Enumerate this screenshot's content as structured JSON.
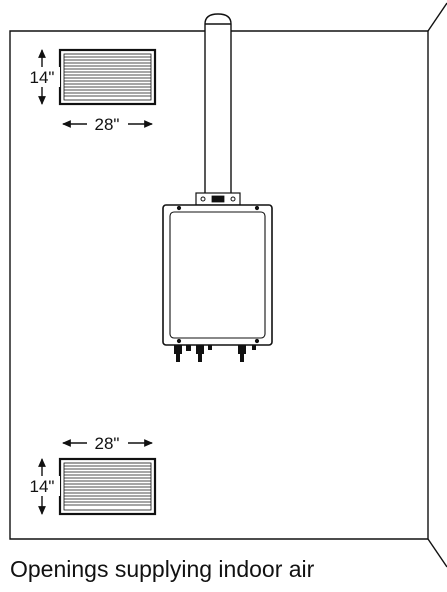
{
  "caption": "Openings supplying indoor air",
  "top_vent": {
    "height_label": "14\"",
    "width_label": "28\""
  },
  "bottom_vent": {
    "height_label": "14\"",
    "width_label": "28\""
  }
}
